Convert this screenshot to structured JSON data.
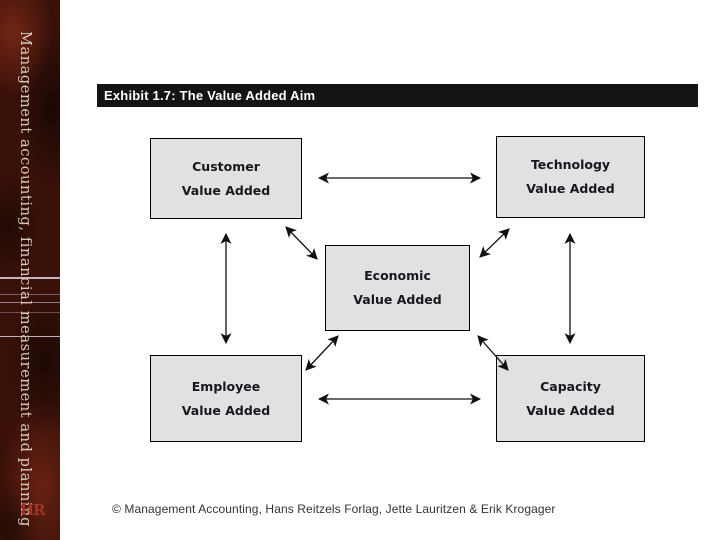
{
  "sidebar": {
    "vertical_text": "Management accounting, financial measurement and planning",
    "logo": "HR",
    "bg_color": "#3a1109",
    "logo_color": "#a13524"
  },
  "header": {
    "title": "Exhibit 1.7: The Value Added Aim",
    "bg_color": "#141414",
    "text_color": "#ffffff"
  },
  "diagram": {
    "type": "diagram",
    "box_fill": "#e1e1e1",
    "box_border": "#000000",
    "arrow_color": "#111111",
    "boxes": [
      {
        "id": "customer",
        "line1": "Customer",
        "line2": "Value Added"
      },
      {
        "id": "technology",
        "line1": "Technology",
        "line2": "Value Added"
      },
      {
        "id": "economic",
        "line1": "Economic",
        "line2": "Value Added"
      },
      {
        "id": "employee",
        "line1": "Employee",
        "line2": "Value Added"
      },
      {
        "id": "capacity",
        "line1": "Capacity",
        "line2": "Value Added"
      }
    ],
    "connections": [
      {
        "from": "customer",
        "to": "technology",
        "style": "double-arrow"
      },
      {
        "from": "employee",
        "to": "capacity",
        "style": "double-arrow"
      },
      {
        "from": "customer",
        "to": "employee",
        "style": "double-arrow"
      },
      {
        "from": "technology",
        "to": "capacity",
        "style": "double-arrow"
      },
      {
        "from": "customer",
        "to": "economic",
        "style": "double-arrow"
      },
      {
        "from": "technology",
        "to": "economic",
        "style": "double-arrow"
      },
      {
        "from": "employee",
        "to": "economic",
        "style": "double-arrow"
      },
      {
        "from": "capacity",
        "to": "economic",
        "style": "double-arrow"
      }
    ]
  },
  "footer": {
    "text": "© Management Accounting, Hans Reitzels Forlag, Jette Lauritzen & Erik Krogager"
  }
}
